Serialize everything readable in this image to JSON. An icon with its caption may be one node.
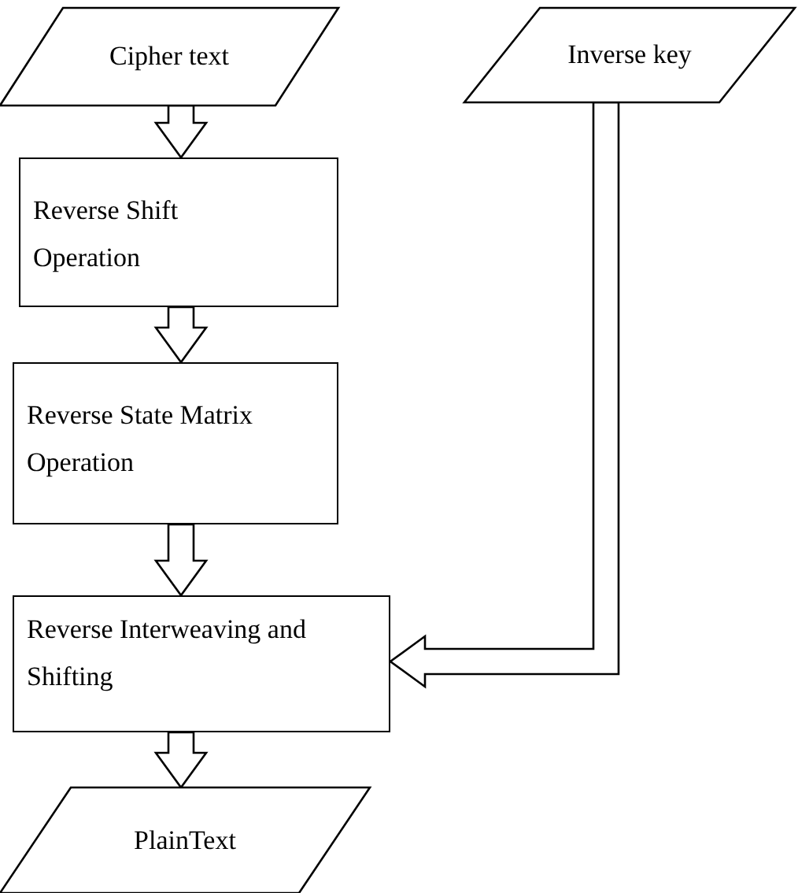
{
  "diagram": {
    "nodes": [
      {
        "text": [
          "Cipher text"
        ]
      },
      {
        "text": [
          "Inverse key"
        ]
      },
      {
        "text": [
          "Reverse Shift Operation"
        ]
      },
      {
        "text": [
          "Reverse State Matrix Operation"
        ]
      },
      {
        "text": [
          "Reverse Interweaving and Shifting"
        ]
      },
      {
        "text": [
          "PlainText"
        ]
      }
    ],
    "edges": [
      {
        "from": 0,
        "to": 2,
        "arrow": "to"
      },
      {
        "from": 2,
        "to": 3,
        "arrow": "to"
      },
      {
        "from": 3,
        "to": 4,
        "arrow": "to"
      },
      {
        "from": 4,
        "to": 5,
        "arrow": "to"
      },
      {
        "from": 1,
        "to": 4,
        "arrow": "to"
      }
    ]
  }
}
